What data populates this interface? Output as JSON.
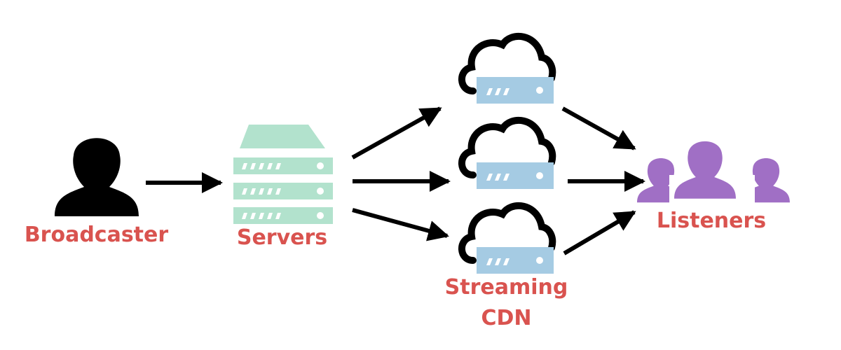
{
  "colors": {
    "label": "#d9534f",
    "broadcaster": "#000000",
    "servers": "#b2e2cd",
    "cdn_server": "#a5cbe3",
    "cloud_outline": "#000000",
    "listeners": "#a06fc5",
    "arrow": "#000000"
  },
  "nodes": {
    "broadcaster": {
      "label": "Broadcaster",
      "icon": "person-icon"
    },
    "servers": {
      "label": "Servers",
      "icon": "server-rack-icon"
    },
    "cdn": {
      "label_line1": "Streaming",
      "label_line2": "CDN",
      "icon": "cloud-server-icon",
      "count": 3
    },
    "listeners": {
      "label": "Listeners",
      "icon": "group-icon"
    }
  },
  "edges": [
    {
      "from": "broadcaster",
      "to": "servers"
    },
    {
      "from": "servers",
      "to": "cdn-1"
    },
    {
      "from": "servers",
      "to": "cdn-2"
    },
    {
      "from": "servers",
      "to": "cdn-3"
    },
    {
      "from": "cdn-1",
      "to": "listeners"
    },
    {
      "from": "cdn-2",
      "to": "listeners"
    },
    {
      "from": "cdn-3",
      "to": "listeners"
    }
  ]
}
